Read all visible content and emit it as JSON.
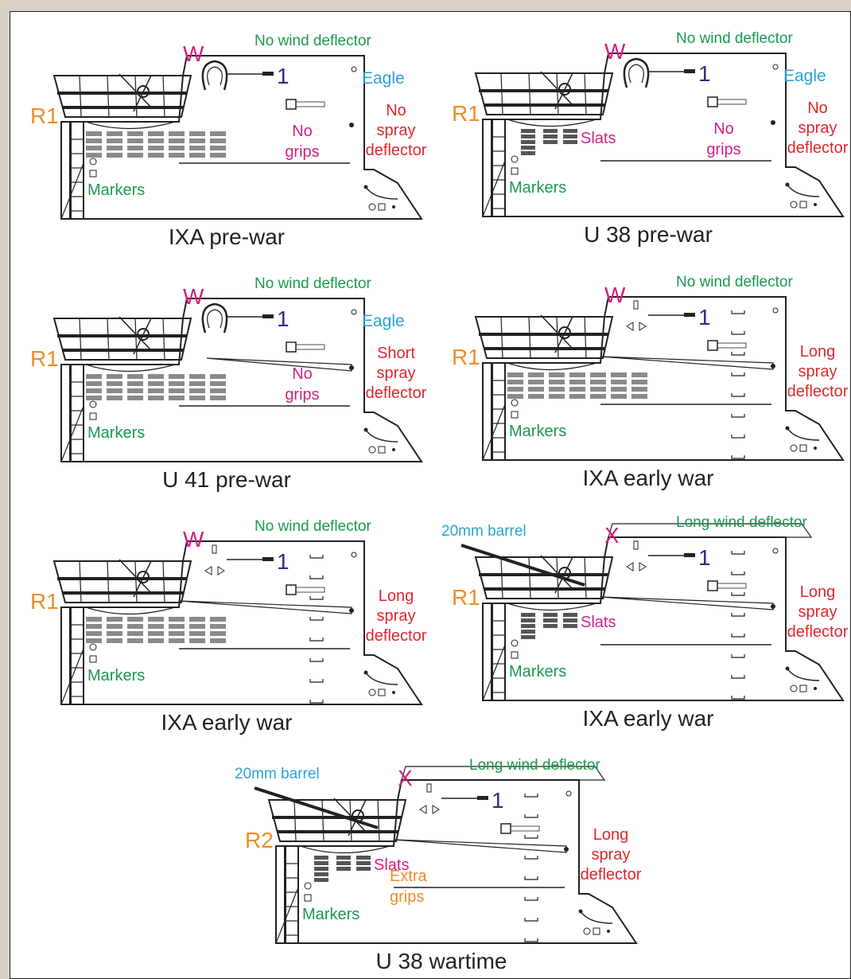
{
  "colors": {
    "green": "#1a9a50",
    "blue": "#29a3d9",
    "red": "#e0262d",
    "magenta": "#d41f86",
    "orange": "#f28c28",
    "navy": "#2d2e83",
    "ink": "#222222",
    "slat": "#555555"
  },
  "panels": [
    {
      "caption": "IXA pre-war",
      "ring": "R1",
      "top_mark": "W",
      "wind_deflector": "No wind deflector",
      "emblem": "horseshoe",
      "eagle": "Eagle",
      "grips": [
        "No",
        "grips"
      ],
      "spray": [
        "No",
        "spray",
        "deflector"
      ],
      "slats": "",
      "slats_style": "wide",
      "markers": "Markers",
      "number": "1"
    },
    {
      "caption": "U 38 pre-war",
      "ring": "R1",
      "top_mark": "W",
      "wind_deflector": "No wind deflector",
      "emblem": "horseshoe",
      "eagle": "Eagle",
      "grips": [
        "No",
        "grips"
      ],
      "spray": [
        "No",
        "spray",
        "deflector"
      ],
      "slats": "Slats",
      "slats_style": "short",
      "markers": "Markers",
      "number": "1"
    },
    {
      "caption": "U 41 pre-war",
      "ring": "R1",
      "top_mark": "W",
      "wind_deflector": "No wind deflector",
      "emblem": "horseshoe",
      "eagle": "Eagle",
      "grips": [
        "No",
        "grips"
      ],
      "spray": [
        "Short",
        "spray",
        "deflector"
      ],
      "slats": "",
      "slats_style": "wide",
      "markers": "Markers",
      "number": "1"
    },
    {
      "caption": "IXA early war",
      "ring": "R1",
      "top_mark": "W",
      "wind_deflector": "No wind deflector",
      "emblem": "vents",
      "eagle": "",
      "grips": [],
      "spray": [
        "Long",
        "spray",
        "deflector"
      ],
      "slats": "",
      "slats_style": "wide",
      "markers": "Markers",
      "number": "1"
    },
    {
      "caption": "IXA early war",
      "ring": "R1",
      "top_mark": "W",
      "wind_deflector": "No wind deflector",
      "emblem": "vents",
      "eagle": "",
      "grips": [],
      "spray": [
        "Long",
        "spray",
        "deflector"
      ],
      "slats": "",
      "slats_style": "wide",
      "markers": "Markers",
      "number": "1"
    },
    {
      "caption": "IXA early war",
      "ring": "R1",
      "top_mark": "X",
      "barrel": "20mm barrel",
      "wind_deflector": "Long wind deflector",
      "emblem": "vents",
      "eagle": "",
      "grips": [],
      "spray": [
        "Long",
        "spray",
        "deflector"
      ],
      "slats": "Slats",
      "slats_style": "short",
      "markers": "Markers",
      "number": "1"
    },
    {
      "caption": "U 38 wartime",
      "ring": "R2",
      "top_mark": "X",
      "barrel": "20mm barrel",
      "wind_deflector": "Long wind deflector",
      "emblem": "vents",
      "eagle": "",
      "grips": [
        "Extra",
        "grips"
      ],
      "spray": [
        "Long",
        "spray",
        "deflector"
      ],
      "slats": "Slats",
      "slats_style": "short",
      "markers": "Markers",
      "number": "1"
    }
  ]
}
